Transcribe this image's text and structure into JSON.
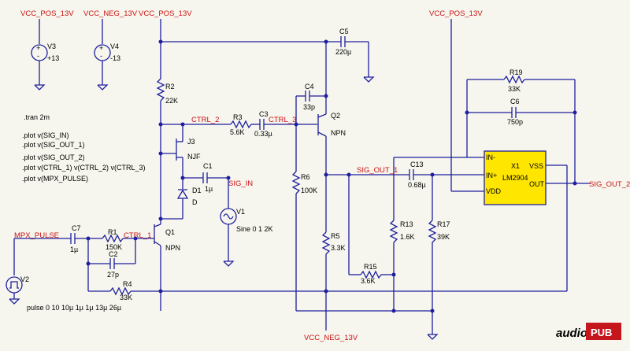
{
  "nets": {
    "vcc_pos_1": "VCC_POS_13V",
    "vcc_neg_1": "VCC_NEG_13V",
    "vcc_pos_2": "VCC_POS_13V",
    "vcc_pos_3": "VCC_POS_13V",
    "vcc_neg_2": "VCC_NEG_13V",
    "ctrl_1": "CTRL_1",
    "ctrl_2": "CTRL_2",
    "ctrl_3": "CTRL_3",
    "sig_in": "SIG_IN",
    "sig_out_1": "SIG_OUT_1",
    "sig_out_2": "SIG_OUT_2",
    "mpx_pulse": "MPX_PULSE"
  },
  "components": {
    "V3": {
      "name": "V3",
      "value": "+13"
    },
    "V4": {
      "name": "V4",
      "value": "-13"
    },
    "V1": {
      "name": "V1",
      "value": "Sine 0 1 2K"
    },
    "V2": {
      "name": "V2",
      "value": "pulse 0 10 10µ 1µ 1µ 13µ 26µ"
    },
    "R1": {
      "name": "R1",
      "value": "150K"
    },
    "R2": {
      "name": "R2",
      "value": "22K"
    },
    "R3": {
      "name": "R3",
      "value": "5.6K"
    },
    "R4": {
      "name": "R4",
      "value": "33K"
    },
    "R5": {
      "name": "R5",
      "value": "3.3K"
    },
    "R6": {
      "name": "R6",
      "value": "100K"
    },
    "R13": {
      "name": "R13",
      "value": "1.6K"
    },
    "R15": {
      "name": "R15",
      "value": "3.6K"
    },
    "R17": {
      "name": "R17",
      "value": "39K"
    },
    "R19": {
      "name": "R19",
      "value": "33K"
    },
    "C1": {
      "name": "C1",
      "value": "1µ"
    },
    "C2": {
      "name": "C2",
      "value": "27p"
    },
    "C3": {
      "name": "C3",
      "value": "0.33µ"
    },
    "C4": {
      "name": "C4",
      "value": "33p"
    },
    "C5": {
      "name": "C5",
      "value": "220µ"
    },
    "C6": {
      "name": "C6",
      "value": "750p"
    },
    "C7": {
      "name": "C7",
      "value": "1µ"
    },
    "C13": {
      "name": "C13",
      "value": "0.68µ"
    },
    "Q1": {
      "name": "Q1",
      "value": "NPN"
    },
    "Q2": {
      "name": "Q2",
      "value": "NPN"
    },
    "J3": {
      "name": "J3",
      "value": "NJF"
    },
    "D1": {
      "name": "D1",
      "value": "D"
    },
    "X1": {
      "name": "X1",
      "value": "LM2904"
    }
  },
  "opamp_pins": {
    "in_neg": "IN-",
    "in_pos": "IN+",
    "vdd": "VDD",
    "vss": "VSS",
    "out": "OUT"
  },
  "directives": [
    ".tran 2m",
    ".plot v(SIG_IN)",
    ".plot v(SIG_OUT_1)",
    ".plot v(SIG_OUT_2)",
    ".plot v(CTRL_1) v(CTRL_2) v(CTRL_3)",
    ".plot v(MPX_PULSE)"
  ],
  "logo": {
    "text1": "audio",
    "text2": "PUB"
  },
  "colors": {
    "background": "#f6f6ee",
    "wire": "#1f1f9f",
    "net_label": "#cc1111",
    "opamp_fill": "#ffe600",
    "logo_red": "#c4161c"
  }
}
